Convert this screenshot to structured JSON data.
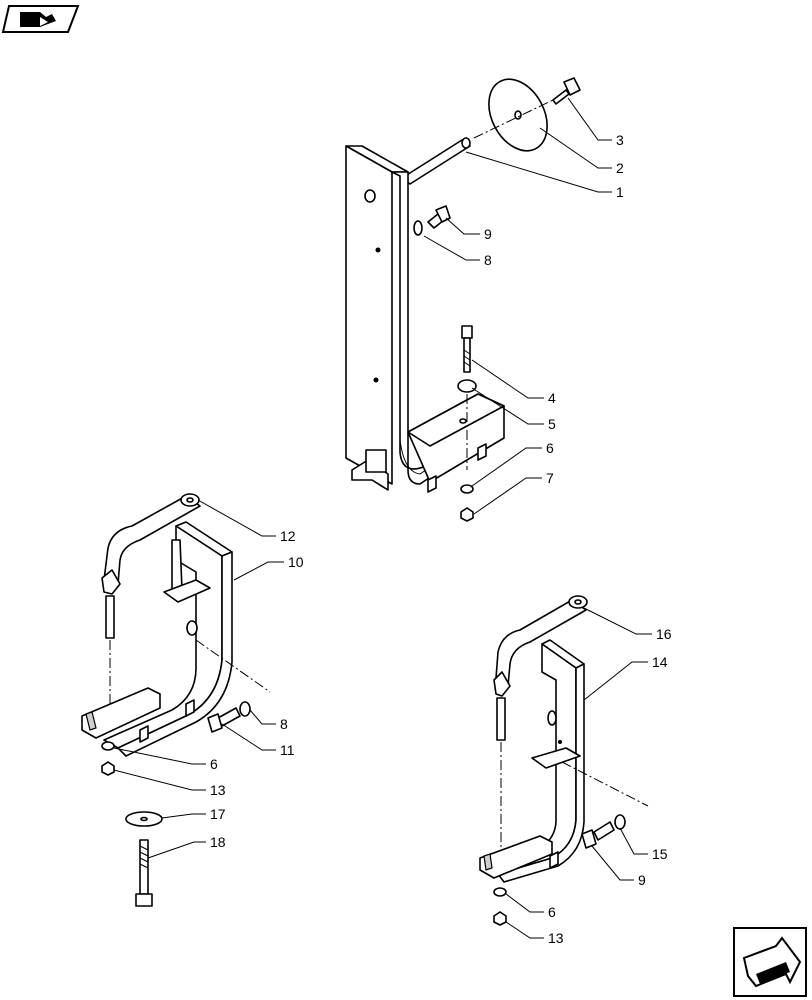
{
  "nav": {
    "top_icon": "book-arrow-icon",
    "bottom_icon": "next-page-arrow-icon"
  },
  "callouts": [
    "1",
    "2",
    "3",
    "4",
    "5",
    "6",
    "7",
    "8",
    "9",
    "10",
    "11",
    "12",
    "13",
    "14",
    "15",
    "16",
    "17",
    "18"
  ]
}
